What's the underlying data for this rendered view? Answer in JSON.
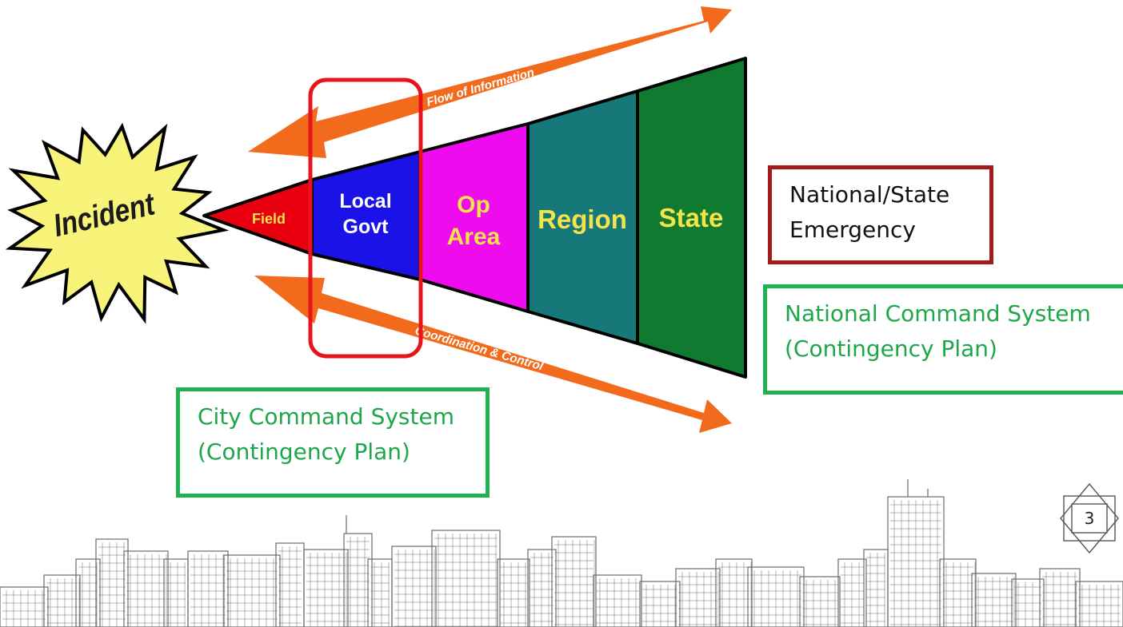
{
  "incident_label": "Incident",
  "segments": [
    {
      "lines": [
        "Field"
      ],
      "fill": "#e8000e",
      "text_color": "#f5e34a"
    },
    {
      "lines": [
        "Local",
        "Govt"
      ],
      "fill": "#1a12e6",
      "text_color": "#ffffff"
    },
    {
      "lines": [
        "Op",
        "Area"
      ],
      "fill": "#ee0cee",
      "text_color": "#f5e34a"
    },
    {
      "lines": [
        "Region"
      ],
      "fill": "#17787a",
      "text_color": "#f5e34a"
    },
    {
      "lines": [
        "State"
      ],
      "fill": "#0f7a30",
      "text_color": "#f5e34a"
    }
  ],
  "arrows": {
    "top_label": "Flow of Information",
    "bottom_label": "Coordination & Control",
    "color": "#f26b1d"
  },
  "boxes": {
    "national_state": {
      "line1": "National/State",
      "line2": "Emergency"
    },
    "national_command": {
      "line1": "National Command System",
      "line2": "(Contingency Plan)"
    },
    "city_command": {
      "line1": "City Command System",
      "line2": "(Contingency Plan)"
    }
  },
  "highlight_color": "#e8141b",
  "page_number": "3"
}
